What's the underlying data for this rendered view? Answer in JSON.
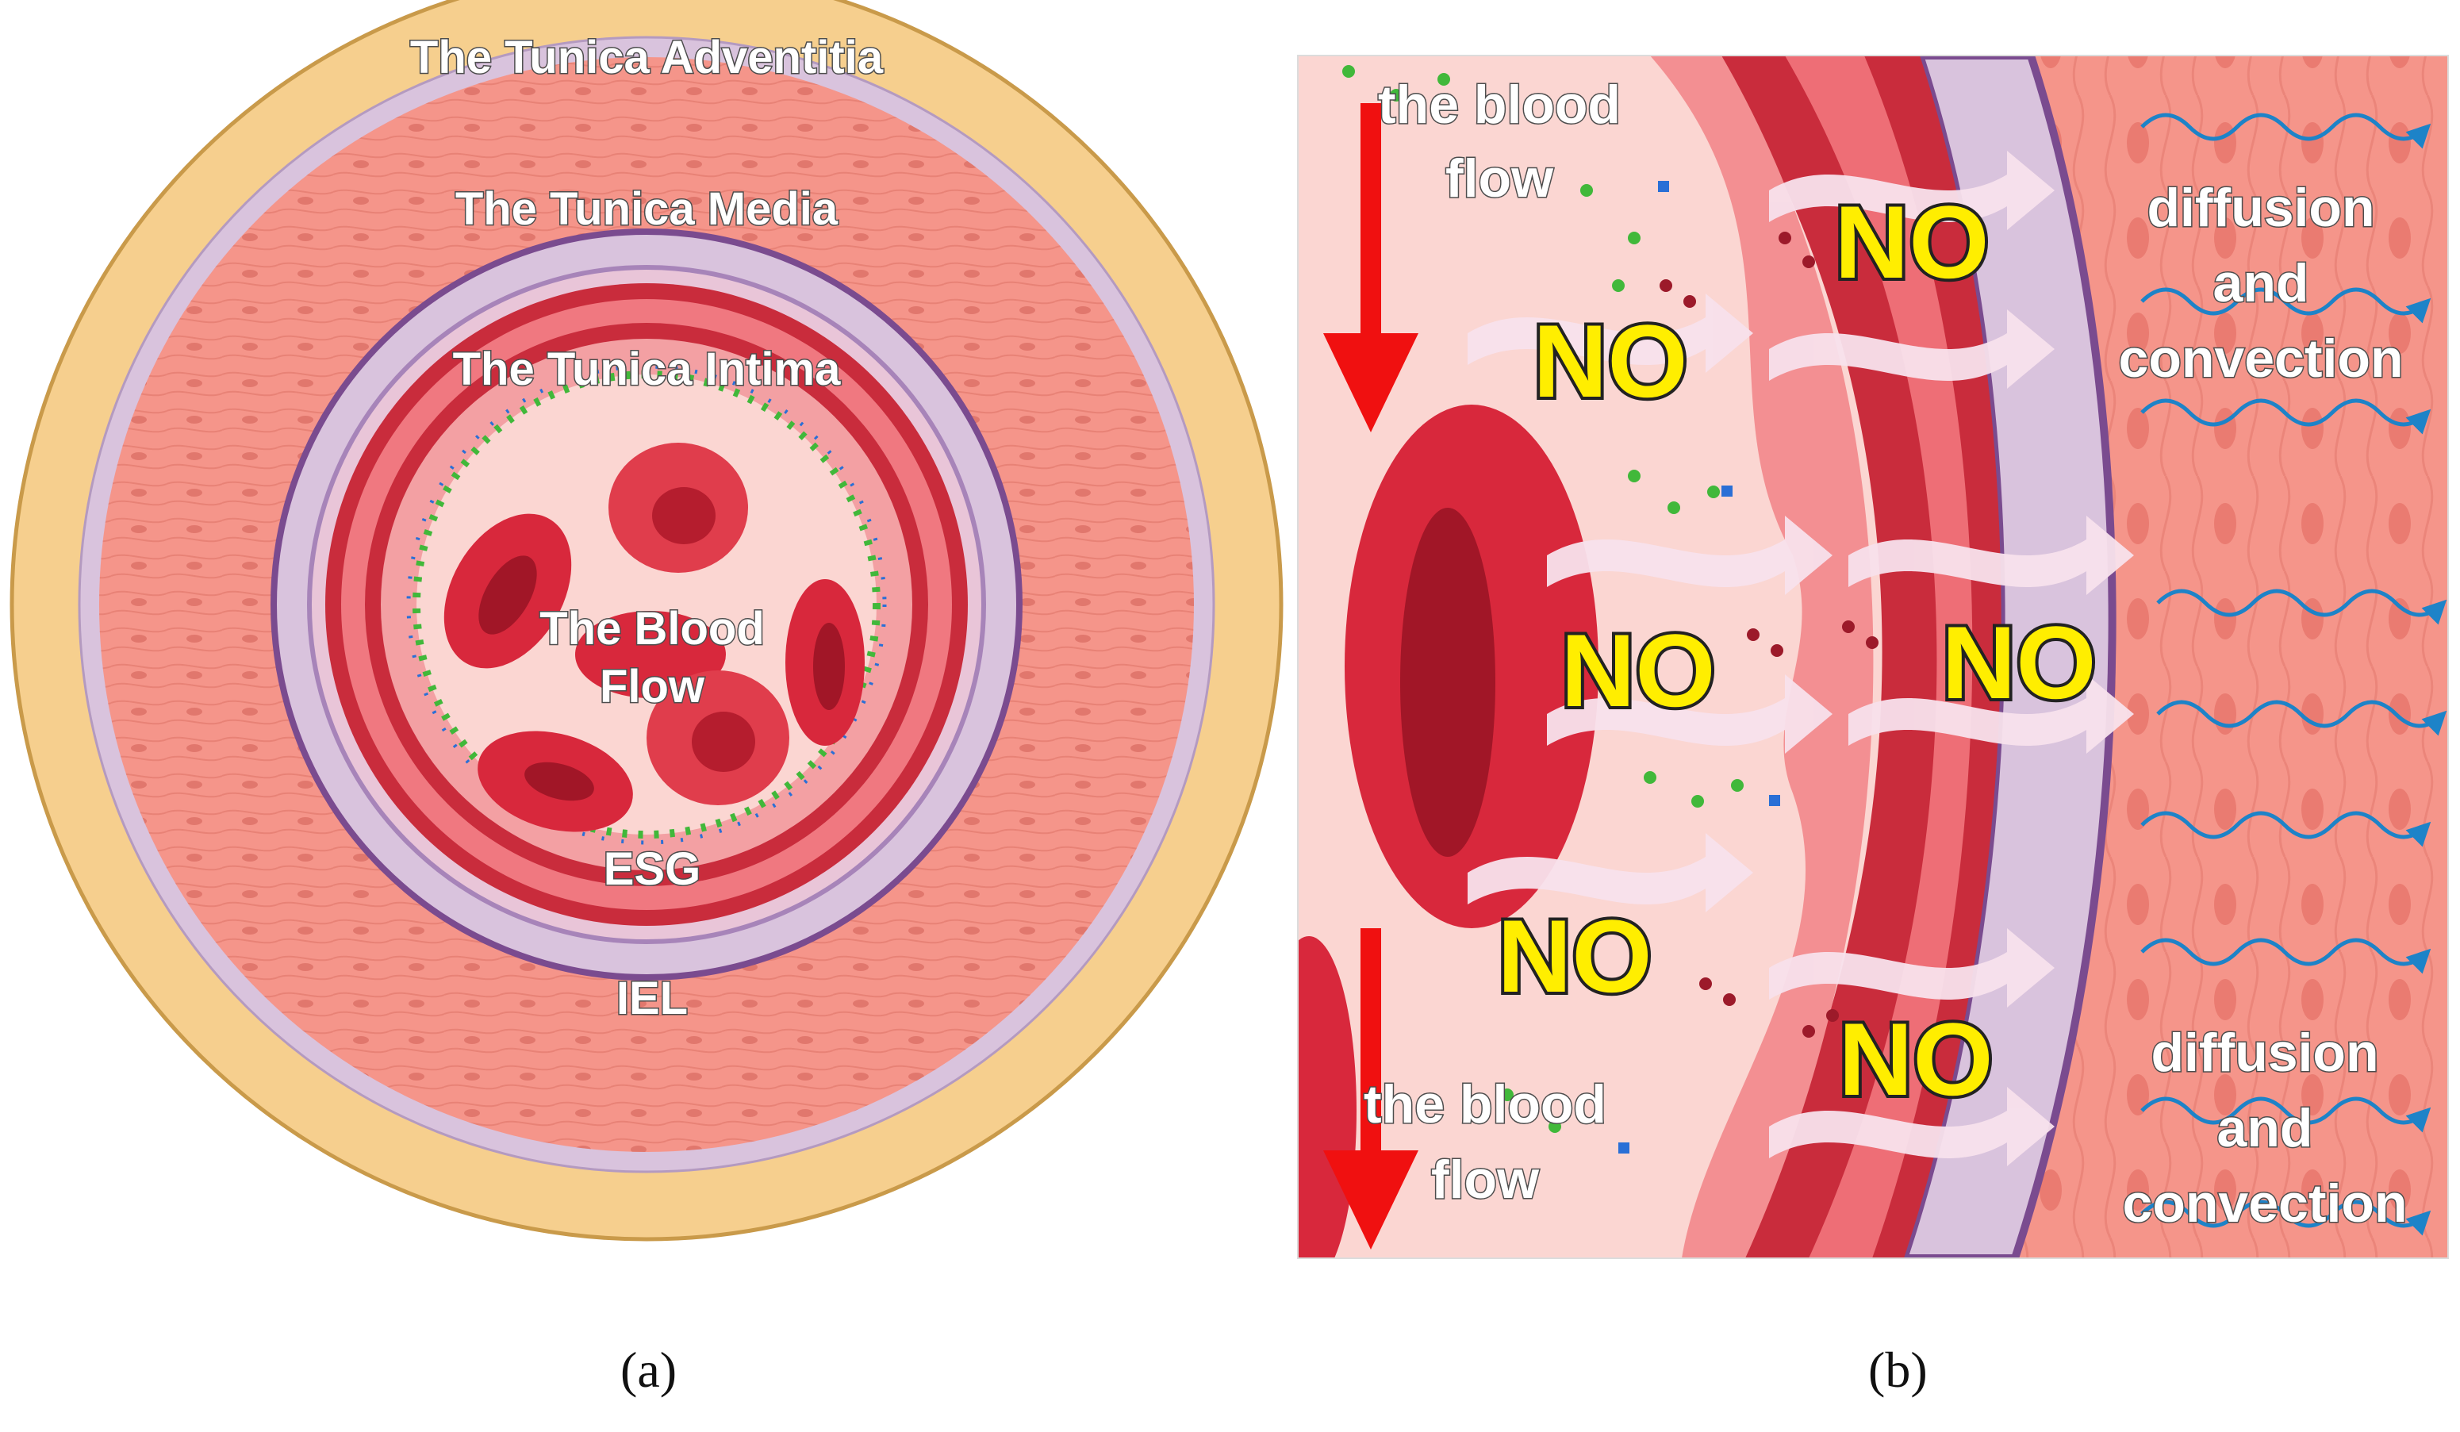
{
  "panel_a": {
    "caption": "(a)",
    "labels": {
      "adventitia": "The Tunica Adventitia",
      "media": "The Tunica Media",
      "intima": "The Tunica Intima",
      "blood_flow_line1": "The Blood",
      "blood_flow_line2": "Flow",
      "esg": "ESG",
      "iel": "IEL"
    }
  },
  "panel_b": {
    "caption": "(b)",
    "labels": {
      "flow_top_line1": "the blood",
      "flow_top_line2": "flow",
      "flow_bottom_line1": "the blood",
      "flow_bottom_line2": "flow",
      "no_1": "NO",
      "no_2": "NO",
      "no_3": "NO",
      "no_4": "NO",
      "no_5": "NO",
      "no_6": "NO",
      "diffusion_top_line1": "diffusion",
      "diffusion_top_line2": "and",
      "diffusion_top_line3": "convection",
      "diffusion_bottom_line1": "diffusion",
      "diffusion_bottom_line2": "and",
      "diffusion_bottom_line3": "convection"
    }
  },
  "colors": {
    "adventitia": "#f6cf8e",
    "media": "#f5958a",
    "elastic_lamina": "#d9c3dd",
    "intima_border": "#7a4b8f",
    "vessel_dark": "#c92c3c",
    "lumen": "#fbd6d2",
    "rbc": "#d8283c",
    "no_text": "#ffee00",
    "flow_arrow": "#f01010",
    "diffusion_wave": "#1d83c8",
    "glycocalyx": "#41b83a"
  }
}
